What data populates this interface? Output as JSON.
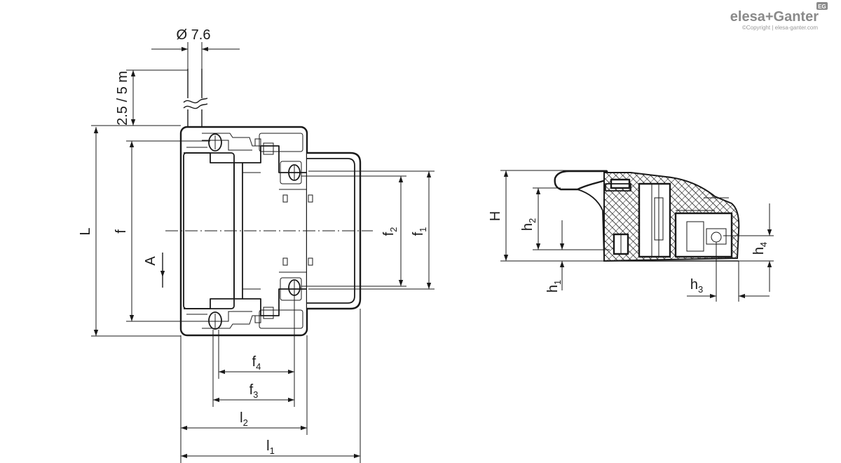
{
  "brand": {
    "logo_text": "elesa+Ganter",
    "badge": "EG",
    "copyright": "©Copyright | elesa-ganter.com"
  },
  "front_view": {
    "cable_diameter": "Ø 7.6",
    "cable_length": "2.5 / 5 m",
    "L": "L",
    "f": "f",
    "f1": "f1",
    "f2": "f2",
    "section_mark": "A",
    "f3": "f3",
    "f4": "f4",
    "l1": "l1",
    "l2": "l2"
  },
  "side_view": {
    "H": "H",
    "h1": "h1",
    "h2": "h2",
    "h3": "h3",
    "h4": "h4"
  }
}
